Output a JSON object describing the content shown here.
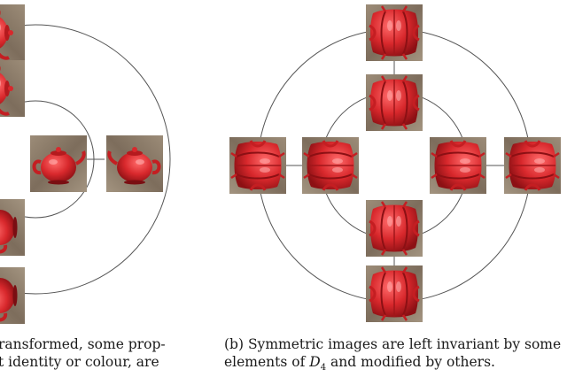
{
  "figure": {
    "panel_a_caption": {
      "line1": "ransformed, some prop-",
      "line2": "t identity or colour, are"
    },
    "panel_b_caption": {
      "line1": "(b) Symmetric images are left invariant by some",
      "line2_pre": "elements of ",
      "line2_sym": "D",
      "line2_sub": "4",
      "line2_post": " and modified by others."
    },
    "panel_a_images": [
      "teapot-rotated-left",
      "teapot-rotated-right",
      "teapot-upright",
      "teapot-upright-mirrored",
      "teapot-rotated-down",
      "teapot-rotated-up"
    ],
    "panel_b_images": [
      "symmetric-top-outer",
      "symmetric-top-inner",
      "symmetric-left-outer",
      "symmetric-left-inner",
      "symmetric-right-inner",
      "symmetric-right-outer",
      "symmetric-bottom-inner",
      "symmetric-bottom-outer"
    ],
    "colors": {
      "teapot_red": "#d8282c",
      "wood_background": "#8a7a68",
      "edge_line": "#555555"
    }
  }
}
